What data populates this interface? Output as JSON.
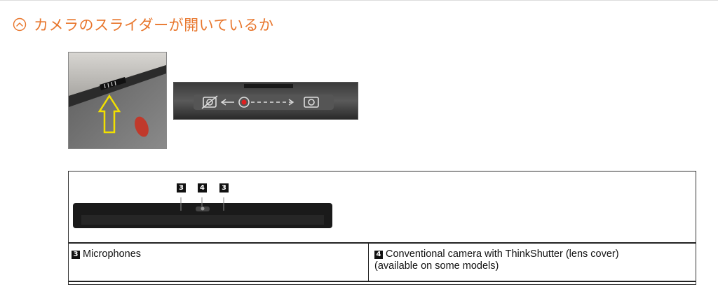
{
  "section": {
    "title": "カメラのスライダーが開いているか",
    "icon": "chevron-up-circle-icon",
    "accent_color": "#e8762c"
  },
  "images": {
    "photo_slider": {
      "icon": "camera-slider-photo"
    },
    "photo_strip": {
      "icon": "camera-shutter-diagram"
    }
  },
  "spec": {
    "callouts": [
      "3",
      "4",
      "3"
    ],
    "rows": [
      {
        "num": "3",
        "text": "Microphones"
      },
      {
        "num": "4",
        "text": "Conventional camera with ThinkShutter (lens cover)",
        "text2": "(available on some models)"
      }
    ]
  }
}
